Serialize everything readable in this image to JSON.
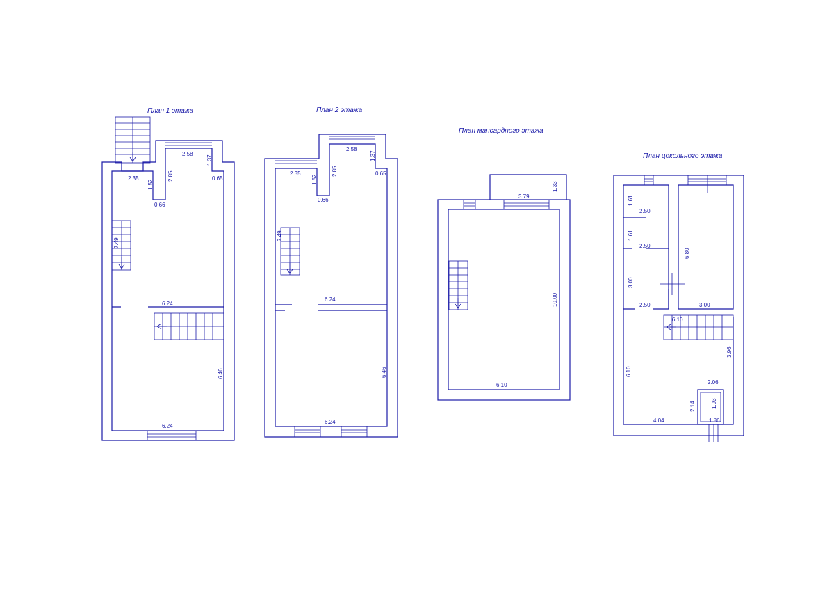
{
  "plans": {
    "floor1": {
      "title": "План 1 этажа",
      "dims": {
        "d1": "2.58",
        "d2": "1.37",
        "d3": "2.35",
        "d4": "1.52",
        "d5": "2.85",
        "d6": "0.65",
        "d7": "0.66",
        "d8": "7.49",
        "d9": "6.24",
        "d10": "6.46",
        "d11": "6.24"
      }
    },
    "floor2": {
      "title": "План 2 этажа",
      "dims": {
        "d1": "2.58",
        "d2": "1.37",
        "d3": "2.35",
        "d4": "1.52",
        "d5": "2.85",
        "d6": "0.65",
        "d7": "0.66",
        "d8": "7.49",
        "d9": "6.24",
        "d10": "6.46",
        "d11": "6.24"
      }
    },
    "attic": {
      "title": "План мансардного этажа",
      "dims": {
        "d1": "3.79",
        "d2": "1.33",
        "d3": "10.00",
        "d4": "6.10"
      }
    },
    "basement": {
      "title": "План цокольного этажа",
      "dims": {
        "d1": "1.61",
        "d2": "2.50",
        "d3": "1.61",
        "d4": "2.50",
        "d5": "6.80",
        "d6": "3.00",
        "d7": "2.50",
        "d8": "3.00",
        "d9": "6.10",
        "d10": "3.96",
        "d11": "6.10",
        "d12": "2.06",
        "d13": "2.14",
        "d14": "1.93",
        "d15": "4.04",
        "d16": "1.86"
      }
    }
  },
  "colors": {
    "line": "#1a1aa8",
    "paper": "#ffffff"
  }
}
